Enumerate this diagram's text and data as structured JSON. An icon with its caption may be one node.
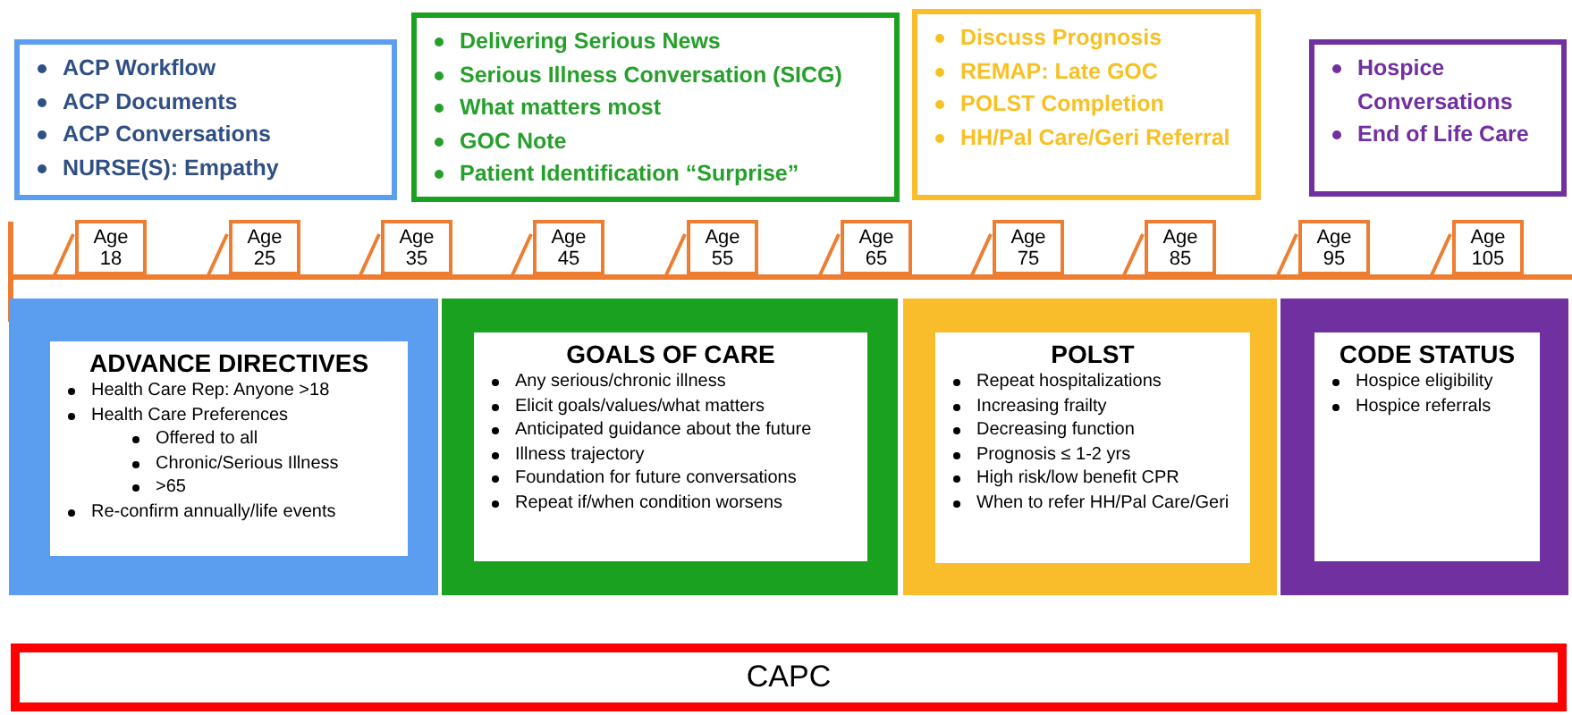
{
  "diagram": {
    "nodes": [
      {
        "text": [
          "ACP Workflow",
          "ACP Documents",
          "ACP Conversations",
          "NURSE(S): Empathy"
        ]
      },
      {
        "text": [
          "Delivering Serious News",
          "Serious Illness Conversation (SICG)",
          "What matters most",
          "GOC Note",
          "Patient Identification “Surprise”"
        ]
      },
      {
        "text": [
          "Discuss Prognosis",
          "REMAP: Late GOC",
          "POLST Completion",
          "HH/Pal Care/Geri Referral"
        ]
      },
      {
        "text": [
          "Hospice Conversations",
          "End of Life Care"
        ]
      },
      {
        "text": [
          "Age 18"
        ]
      },
      {
        "text": [
          "Age 25"
        ]
      },
      {
        "text": [
          "Age 35"
        ]
      },
      {
        "text": [
          "Age 45"
        ]
      },
      {
        "text": [
          "Age 55"
        ]
      },
      {
        "text": [
          "Age 65"
        ]
      },
      {
        "text": [
          "Age 75"
        ]
      },
      {
        "text": [
          "Age 85"
        ]
      },
      {
        "text": [
          "Age 95"
        ]
      },
      {
        "text": [
          "Age 105"
        ]
      },
      {
        "text": [],
        "shape": "box"
      },
      {
        "text": [
          "ADVANCE DIRECTIVES",
          "Health Care Rep: Anyone >18",
          "Health Care Preferences",
          "Offered to all",
          "Chronic/Serious Illness",
          ">65",
          "Re-confirm annually/life events"
        ],
        "in": 14
      },
      {
        "text": [],
        "shape": "box"
      },
      {
        "text": [
          "GOALS OF CARE",
          "Any serious/chronic illness",
          "Elicit goals/values/what matters",
          "Anticipated guidance about the future",
          "Illness trajectory",
          "Foundation for future conversations",
          "Repeat if/when condition worsens"
        ],
        "in": 16
      },
      {
        "text": [],
        "shape": "box"
      },
      {
        "text": [
          "POLST",
          "Repeat hospitalizations",
          "Increasing frailty",
          "Decreasing function",
          "Prognosis ≤ 1-2 yrs",
          "High risk/low benefit CPR",
          "When to refer HH/Pal Care/Geri"
        ],
        "in": 18
      },
      {
        "text": [],
        "shape": "box"
      },
      {
        "text": [
          "CODE STATUS",
          "Hospice eligibility",
          "Hospice referrals"
        ],
        "in": 20
      },
      {
        "text": [
          "CAPC"
        ]
      }
    ]
  }
}
